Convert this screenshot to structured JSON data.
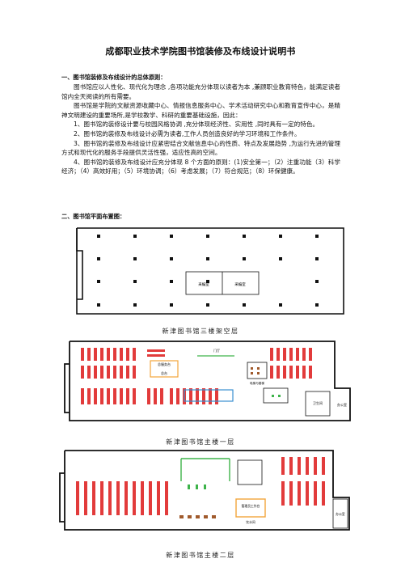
{
  "title": "成都职业技术学院图书馆装修及布线设计说明书",
  "section1": {
    "heading": "一、图书馆装修及布线设计的总体原则：",
    "paragraphs": [
      "图书馆应以人性化、现代化为理念 ,各项功能充分体现以读者为本 ,兼顾职业教育特色，能满足读者馆内全天阅读的所有需要。",
      "图书馆是学院的文献资源收藏中心、情报信息服务中心、学术活动研究中心和教育宣传中心，是精神文明建设的重要场所,是学校教学、科研的重要基础设施，因此：",
      "1、图书馆的装修设计要与校园风格协调 ,充分体现经济性、实用性 ,同时具有一定的特色。",
      "2、图书馆的装修及布线设计必需为读者,工作人员创造良好的学习环境和工作条件。",
      "3、图书馆的装修及布线设计应紧密结合文献信息中心的性质、特点及发展趋势 ,为运行先进的管理方式和现代化的服务手段提供灵活性强，适应性高的空间。",
      "4、图书馆的装修及布线设计应充分体现 8 个方面的原则：(1)安全第一；（2）注重功能（3）科学经济；（4）高效好用；（5）环境协调；（6）考虑发展；（7）符合规范；（8）环保健康。"
    ]
  },
  "section2": {
    "heading": "二、图书馆平面布置图："
  },
  "plans": {
    "plan1": {
      "room_a": "采编室",
      "room_b": "采编室",
      "caption": "新津图书馆三楼架空层"
    },
    "plan2": {
      "label_a": "门厅",
      "label_b": "总服务台",
      "label_c": "电梯与楼梯",
      "label_d": "总台",
      "room": "卫生间",
      "room_b": "办公室",
      "caption": "新津图书馆主楼一层"
    },
    "plan3": {
      "label_a": "管理员工作台",
      "label_b": "饮水间",
      "room": "办公室",
      "caption": "新津图书馆主楼二层"
    }
  },
  "colors": {
    "shelf": "#e23b3b",
    "wall": "#111111",
    "counter": "#f2a53b",
    "glass": "#3a8fd0",
    "green": "#3db34a",
    "brown": "#a05a2c"
  }
}
